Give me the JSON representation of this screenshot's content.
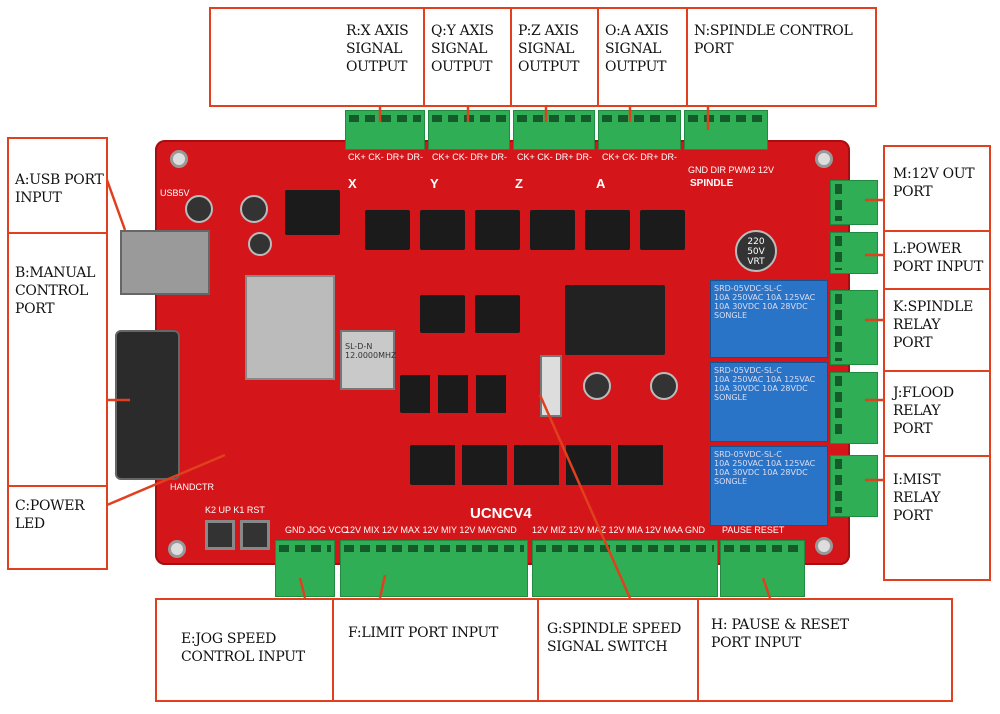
{
  "labels": {
    "R": "R:X AXIS\nSIGNAL\nOUTPUT",
    "Q": "Q:Y AXIS\nSIGNAL\nOUTPUT",
    "P": "P:Z AXIS\nSIGNAL\nOUTPUT",
    "O": "O:A AXIS\nSIGNAL\nOUTPUT",
    "N": "N:SPINDLE CONTROL\nPORT",
    "A": "A:USB PORT\nINPUT",
    "B": "B:MANUAL\nCONTROL\nPORT",
    "C": "C:POWER\nLED",
    "M": "M:12V OUT\nPORT",
    "L": "L:POWER\nPORT INPUT",
    "K": "K:SPINDLE\nRELAY\nPORT",
    "J": "J:FLOOD\nRELAY\nPORT",
    "I": "I:MIST\nRELAY\nPORT",
    "E": "E:JOG SPEED\nCONTROL INPUT",
    "F": "F:LIMIT PORT INPUT",
    "G": "G:SPINDLE SPEED\nSIGNAL SWITCH",
    "H": "H: PAUSE & RESET\nPORT INPUT"
  },
  "board": {
    "name": "UCNCV4",
    "axis_x": "X",
    "axis_y": "Y",
    "axis_z": "Z",
    "axis_a": "A",
    "spindle": "SPINDLE",
    "axis_pins": "CK+ CK- DR+ DR-",
    "spindle_pins": "GND DIR PWM2 12V",
    "jog_pins": "GND JOG VCC",
    "limit_pins_1": "12V MIX 12V MAX 12V MIY 12V MAYGND",
    "limit_pins_2": "12V MIZ 12V MAZ 12V MIA 12V MAA GND",
    "pause_reset_pins": "PAUSE  RESET",
    "handctr": "HANDCTR",
    "usb": "USB5V",
    "cap_label": "220\n50V\nVRT",
    "crystal": "SL-D-N\n12.0000MHZ",
    "relay_text": "SRD-05VDC-SL-C\n10A 250VAC 10A 125VAC\n10A 30VDC 10A 28VDC",
    "relay_brand": "SONGLE",
    "buttons": "K2  UP K1  RST"
  }
}
